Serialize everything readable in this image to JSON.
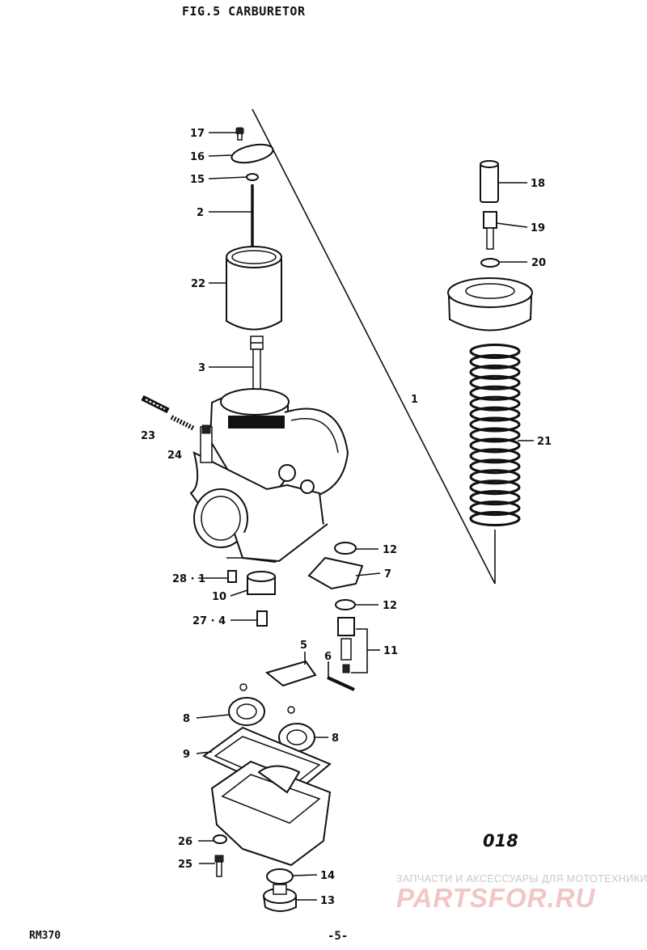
{
  "title": "FIG.5  CARBURETOR",
  "section_code": "018",
  "model": "RM370",
  "page_number": "-5-",
  "watermark": {
    "caption": "ЗАПЧАСТИ И АКСЕССУАРЫ ДЛЯ МОТОТЕХНИКИ",
    "logo": "PARTSFOR.RU"
  },
  "callouts": {
    "c17": "17",
    "c16": "16",
    "c15": "15",
    "c2": "2",
    "c22": "22",
    "c3": "3",
    "c23": "23",
    "c24": "24",
    "c18": "18",
    "c19": "19",
    "c20": "20",
    "c21": "21",
    "c1": "1",
    "c12a": "12",
    "c7": "7",
    "c12b": "12",
    "c11": "11",
    "c28": "28 · 1",
    "c10": "10",
    "c27": "27 · 4",
    "c5": "5",
    "c6": "6",
    "c8a": "8",
    "c8b": "8",
    "c9": "9",
    "c26": "26",
    "c25": "25",
    "c14": "14",
    "c13": "13"
  }
}
